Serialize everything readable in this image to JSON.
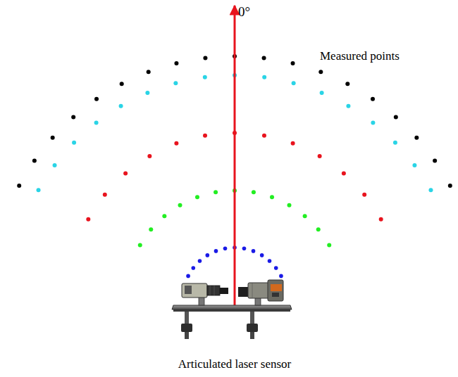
{
  "diagram": {
    "labels": [
      "0°",
      "Measured points",
      "Articulated laser sensor"
    ]
  }
}
